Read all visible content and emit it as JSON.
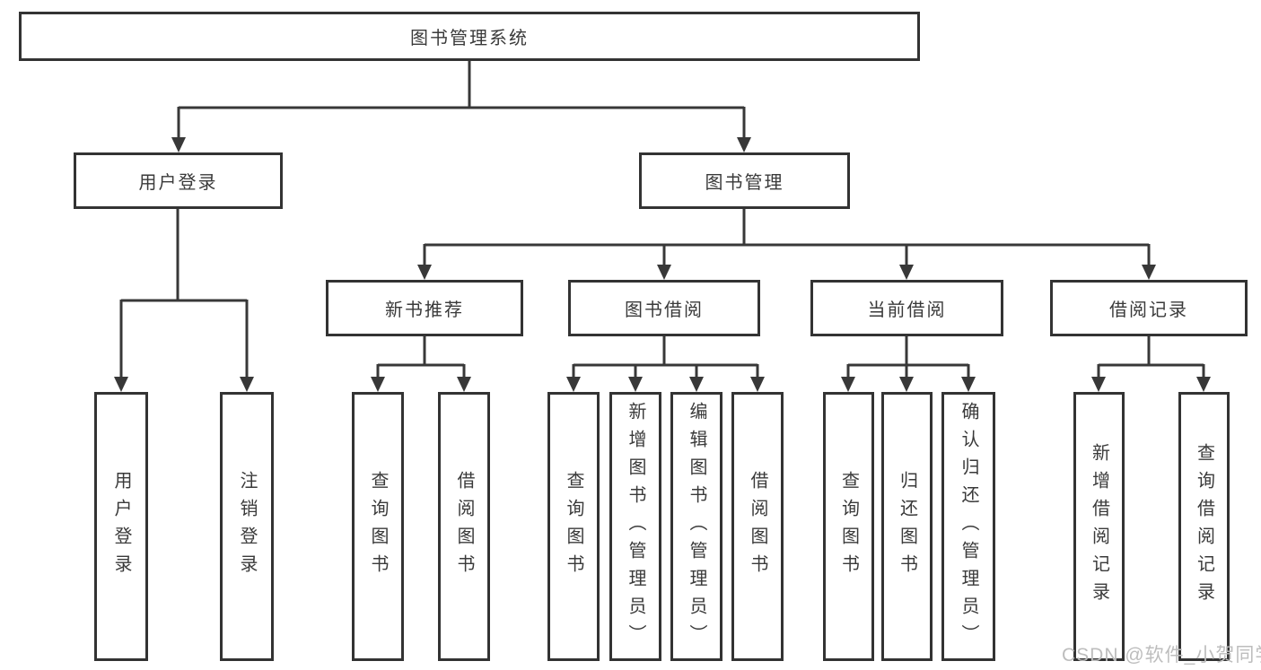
{
  "diagram": {
    "title": "图书管理系统",
    "root": {
      "label": "图书管理系统"
    },
    "level2": [
      {
        "label": "用户登录"
      },
      {
        "label": "图书管理"
      }
    ],
    "level3": [
      {
        "label": "新书推荐"
      },
      {
        "label": "图书借阅"
      },
      {
        "label": "当前借阅"
      },
      {
        "label": "借阅记录"
      }
    ],
    "leaves": {
      "user_login": [
        {
          "label": "用户登录"
        },
        {
          "label": "注销登录"
        }
      ],
      "new_book": [
        {
          "label": "查询图书"
        },
        {
          "label": "借阅图书"
        }
      ],
      "book_borrow": [
        {
          "label": "查询图书"
        },
        {
          "label": "新增图书（管理员）"
        },
        {
          "label": "编辑图书（管理员）"
        },
        {
          "label": "借阅图书"
        }
      ],
      "current_borrow": [
        {
          "label": "查询图书"
        },
        {
          "label": "归还图书"
        },
        {
          "label": "确认归还（管理员）"
        }
      ],
      "borrow_record": [
        {
          "label": "新增借阅记录"
        },
        {
          "label": "查询借阅记录"
        }
      ]
    },
    "colors": {
      "line": "#383838",
      "border": "#333333",
      "text": "#3a3a3a",
      "background": "#ffffff",
      "watermark": "#bdbdbd"
    }
  },
  "watermark": {
    "text": "CSDN @软件_小贺同学"
  }
}
